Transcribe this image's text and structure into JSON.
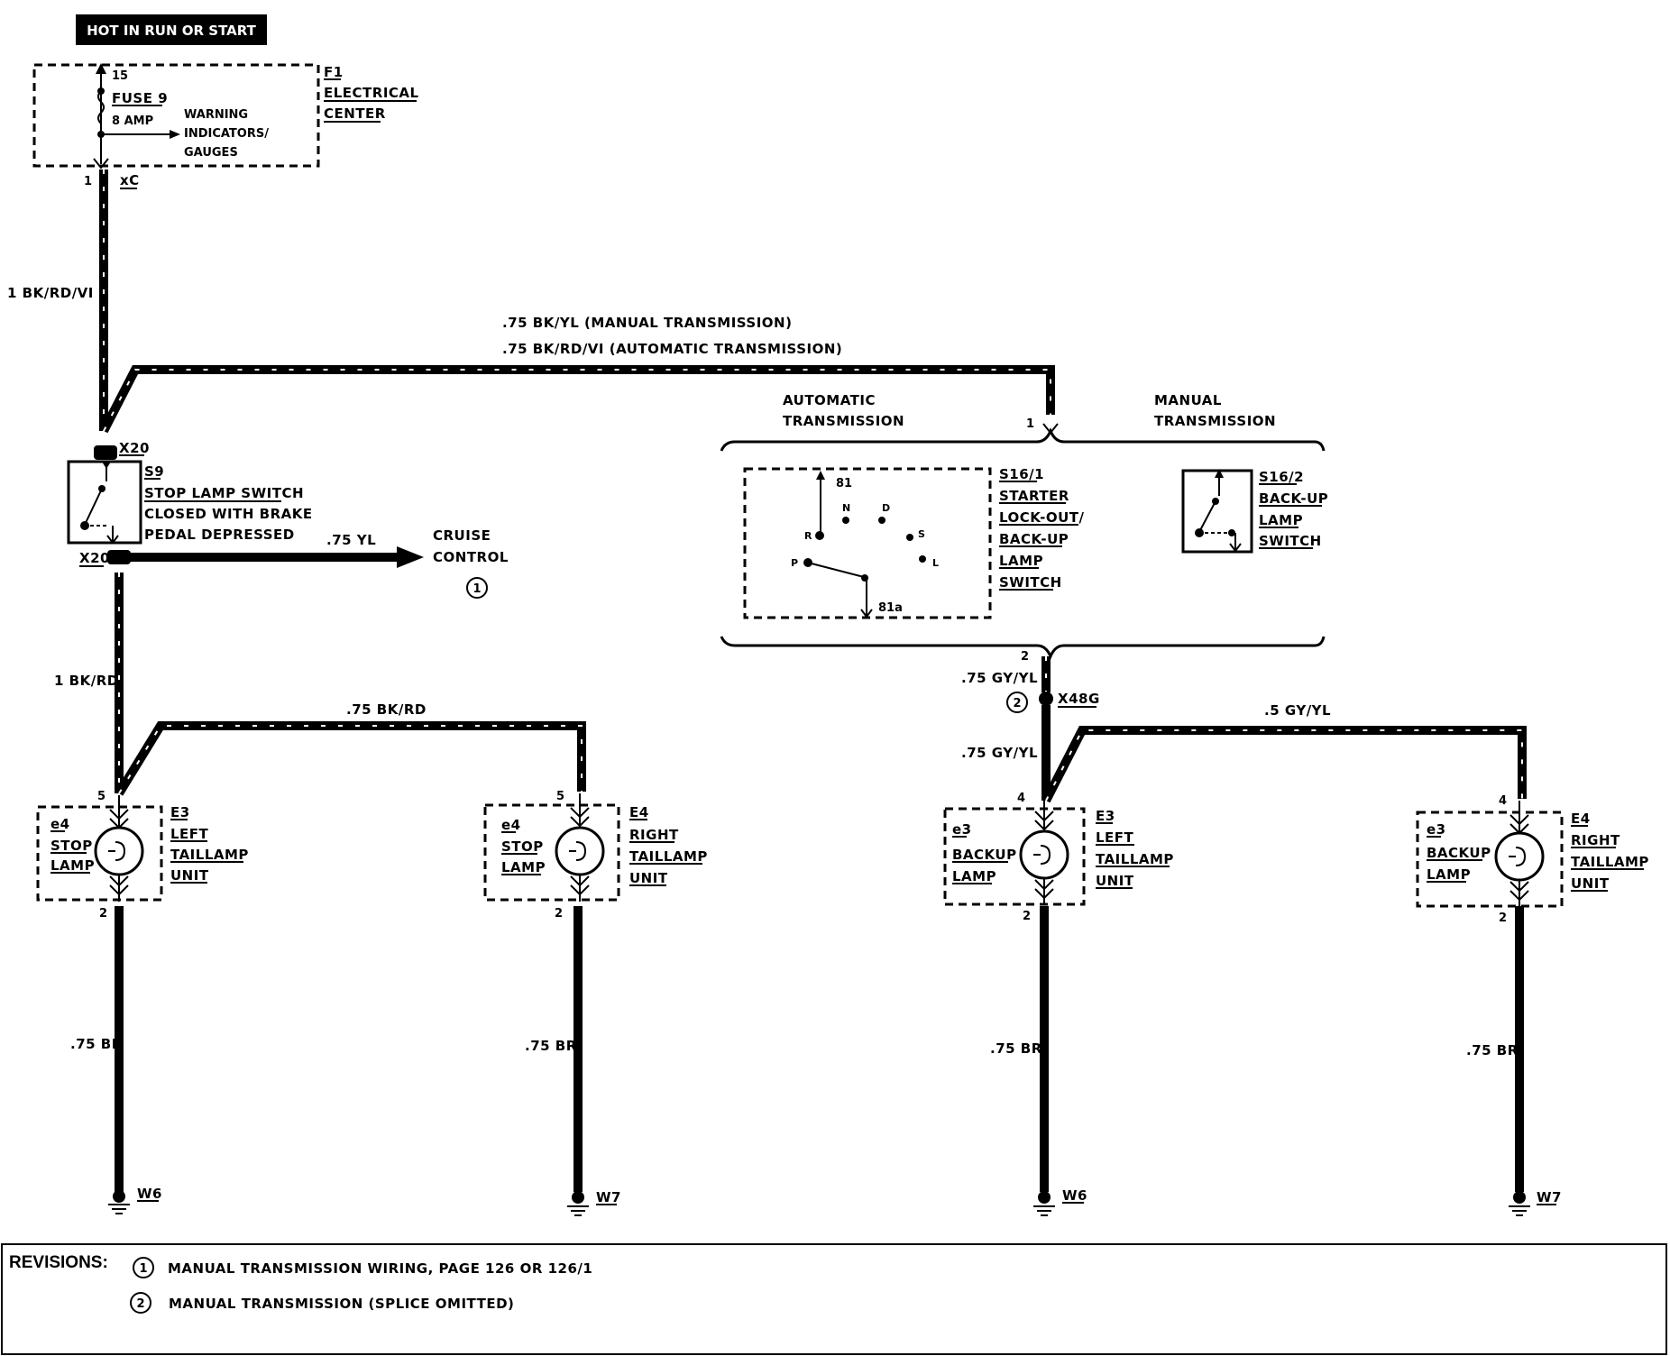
{
  "header": {
    "power_label": "HOT IN RUN OR START"
  },
  "fuse_block": {
    "terminal_top": "15",
    "fuse_name": "FUSE 9",
    "fuse_rating": "8 AMP",
    "warning_line1": "WARNING",
    "warning_line2": "INDICATORS/",
    "warning_line3": "GAUGES",
    "component_id": "F1",
    "component_line1": "ELECTRICAL",
    "component_line2": "CENTER",
    "pin_out": "1",
    "connector": "xC"
  },
  "wires": {
    "feed": "1 BK/RD/VI",
    "manual_feed": ".75 BK/YL (MANUAL TRANSMISSION)",
    "auto_feed": ".75 BK/RD/VI (AUTOMATIC TRANSMISSION)",
    "cruise": ".75 YL",
    "stop_main": "1 BK/RD",
    "stop_branch": ".75 BK/RD",
    "backup_upper": ".75 GY/YL",
    "backup_lower": ".75 GY/YL",
    "backup_branch": ".5 GY/YL",
    "ground_1": ".75 BR",
    "ground_2": ".75 BR",
    "ground_3": ".75 BR",
    "ground_4": ".75 BR"
  },
  "stop_switch": {
    "connector_top": "X20",
    "connector_bottom": "X20",
    "id": "S9",
    "line1": "STOP LAMP SWITCH",
    "line2": "CLOSED WITH BRAKE",
    "line3": "PEDAL DEPRESSED"
  },
  "cruise": {
    "line1": "CRUISE",
    "line2": "CONTROL",
    "revision": "1"
  },
  "transmission": {
    "auto_line1": "AUTOMATIC",
    "auto_line2": "TRANSMISSION",
    "manual_line1": "MANUAL",
    "manual_line2": "TRANSMISSION",
    "pin_in": "1",
    "pin_out": "2",
    "s161": {
      "id": "S16/1",
      "line1": "STARTER",
      "line2": "LOCK-OUT/",
      "line3": "BACK-UP",
      "line4": "LAMP",
      "line5": "SWITCH",
      "terminal_top": "81",
      "terminal_bottom": "81a",
      "positions": [
        "R",
        "N",
        "D",
        "S",
        "P",
        "L"
      ]
    },
    "s162": {
      "id": "S16/2",
      "line1": "BACK-UP",
      "line2": "LAMP",
      "line3": "SWITCH"
    }
  },
  "splice": {
    "id": "X48G",
    "revision": "2"
  },
  "lamps": [
    {
      "pin_in": "5",
      "pin_out": "2",
      "bulb_id": "e4",
      "bulb_line1": "STOP",
      "bulb_line2": "LAMP",
      "unit_id": "E3",
      "unit_line1": "LEFT",
      "unit_line2": "TAILLAMP",
      "unit_line3": "UNIT",
      "ground": "W6"
    },
    {
      "pin_in": "5",
      "pin_out": "2",
      "bulb_id": "e4",
      "bulb_line1": "STOP",
      "bulb_line2": "LAMP",
      "unit_id": "E4",
      "unit_line1": "RIGHT",
      "unit_line2": "TAILLAMP",
      "unit_line3": "UNIT",
      "ground": "W7"
    },
    {
      "pin_in": "4",
      "pin_out": "2",
      "bulb_id": "e3",
      "bulb_line1": "BACKUP",
      "bulb_line2": "LAMP",
      "unit_id": "E3",
      "unit_line1": "LEFT",
      "unit_line2": "TAILLAMP",
      "unit_line3": "UNIT",
      "ground": "W6"
    },
    {
      "pin_in": "4",
      "pin_out": "2",
      "bulb_id": "e3",
      "bulb_line1": "BACKUP",
      "bulb_line2": "LAMP",
      "unit_id": "E4",
      "unit_line1": "RIGHT",
      "unit_line2": "TAILLAMP",
      "unit_line3": "UNIT",
      "ground": "W7"
    }
  ],
  "revisions": {
    "title": "REVISIONS:",
    "items": [
      {
        "num": "1",
        "text": "MANUAL TRANSMISSION WIRING, PAGE 126 OR 126/1"
      },
      {
        "num": "2",
        "text": "MANUAL TRANSMISSION (SPLICE OMITTED)"
      }
    ]
  }
}
